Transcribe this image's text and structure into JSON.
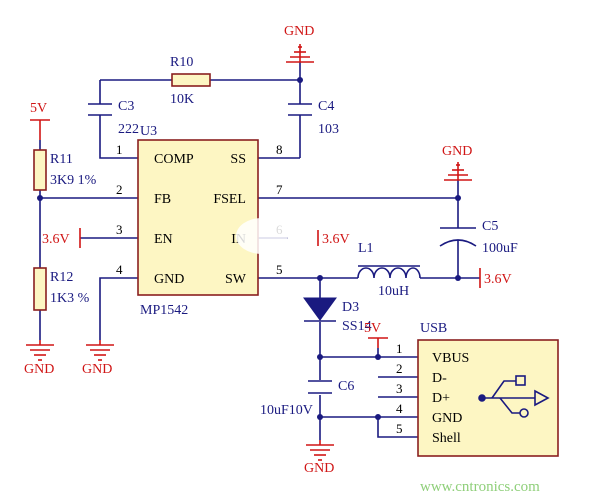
{
  "power_labels": {
    "gnd": "GND",
    "v5": "5V",
    "v36": "3.6V",
    "net_in_partial": "3.6V",
    "usb_vbus_overlap": "5V"
  },
  "components": {
    "r10": {
      "ref": "R10",
      "value": "10K"
    },
    "r11": {
      "ref": "R11",
      "value": "3K9 1%"
    },
    "r12": {
      "ref": "R12",
      "value": "1K3 %"
    },
    "c3": {
      "ref": "C3",
      "value": "222"
    },
    "c4": {
      "ref": "C4",
      "value": "103"
    },
    "c5": {
      "ref": "C5",
      "value": "100uF"
    },
    "c6": {
      "ref": "C6",
      "value": "10uF10V"
    },
    "l1": {
      "ref": "L1",
      "value": "10uH"
    },
    "d3": {
      "ref": "D3",
      "value": "SS14"
    },
    "u3": {
      "ref": "U3",
      "part": "MP1542",
      "pins_left": [
        {
          "num": "1",
          "name": "COMP"
        },
        {
          "num": "2",
          "name": "FB"
        },
        {
          "num": "3",
          "name": "EN"
        },
        {
          "num": "4",
          "name": "GND"
        }
      ],
      "pins_right": [
        {
          "num": "8",
          "name": "SS"
        },
        {
          "num": "7",
          "name": "FSEL"
        },
        {
          "num": "6",
          "name": "IN"
        },
        {
          "num": "5",
          "name": "SW"
        }
      ]
    },
    "usb": {
      "ref": "USB",
      "pins": [
        {
          "num": "1",
          "name": "VBUS"
        },
        {
          "num": "2",
          "name": "D-"
        },
        {
          "num": "3",
          "name": "D+"
        },
        {
          "num": "4",
          "name": "GND"
        },
        {
          "num": "5",
          "name": "Shell"
        }
      ]
    }
  },
  "watermark": "www.cntronics.com",
  "colors": {
    "wire": "#1a1a80",
    "power": "#d01515",
    "ic_body": "#fdf6c3",
    "ic_border": "#8a2020",
    "watermark": "#8fcf7a"
  }
}
